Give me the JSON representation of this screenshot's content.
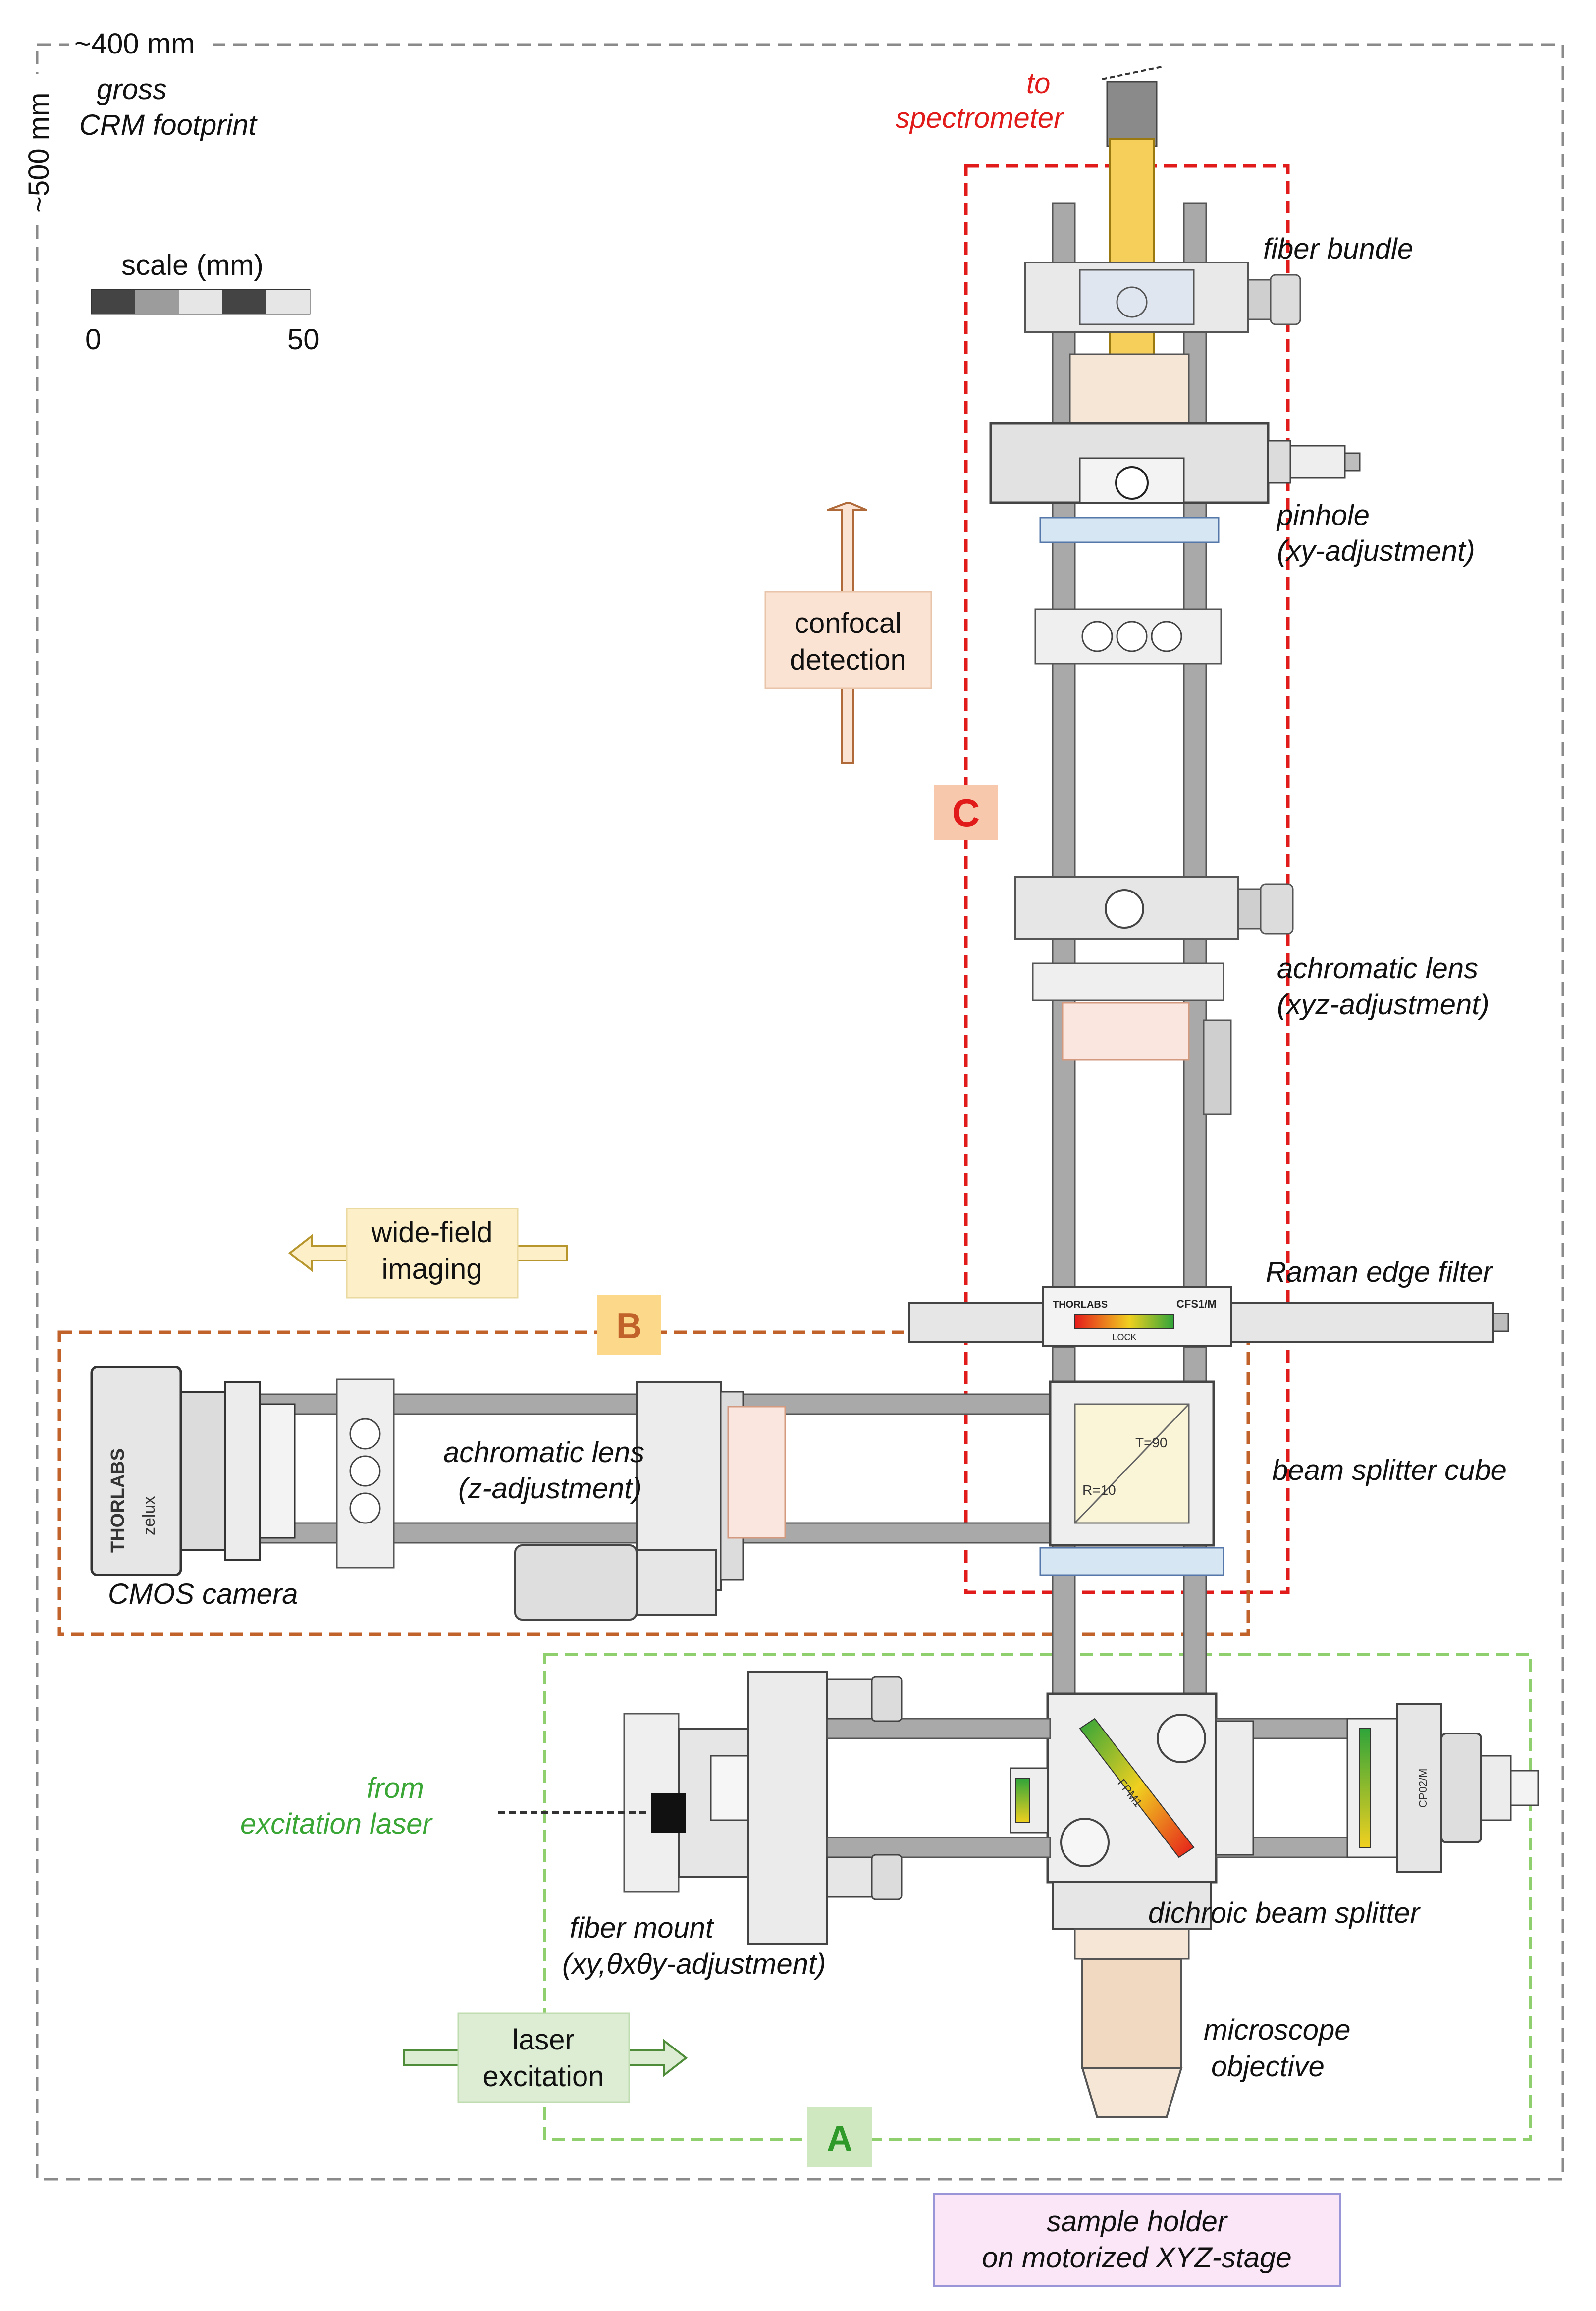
{
  "footprint": {
    "width_label": "~400 mm",
    "height_label": "~500 mm",
    "caption_line1": "gross",
    "caption_line2": "CRM footprint"
  },
  "scale": {
    "title": "scale  (mm)",
    "min_label": "0",
    "max_label": "50"
  },
  "sections": {
    "A": "A",
    "B": "B",
    "C": "C"
  },
  "colors": {
    "section_a": "#8fcf6e",
    "section_b": "#c0622a",
    "section_c": "#e11a1a",
    "confocal_fill": "#fbe3d3",
    "widefield_fill": "#fdf0c8",
    "laser_fill": "#dcedd3",
    "sample_fill": "#fbe6f8",
    "sample_border": "#9a95d6",
    "fiber_yellow": "#f5cf5a"
  },
  "arrows": {
    "confocal_line1": "confocal",
    "confocal_line2": "detection",
    "widefield_line1": "wide-field",
    "widefield_line2": "imaging",
    "laser_line1": "laser",
    "laser_line2": "excitation"
  },
  "labels": {
    "to_spectrometer_line1": "to",
    "to_spectrometer_line2": "spectrometer",
    "fiber_bundle": "fiber bundle",
    "pinhole_line1": "pinhole",
    "pinhole_line2": "(xy-adjustment)",
    "achro_c_line1": "achromatic lens",
    "achro_c_line2": "(xyz-adjustment)",
    "raman_filter": "Raman edge filter",
    "beam_splitter_cube": "beam splitter cube",
    "achro_b_line1": "achromatic lens",
    "achro_b_line2": "(z-adjustment)",
    "cmos_camera": "CMOS camera",
    "from_laser_line1": "from",
    "from_laser_line2": "excitation laser",
    "fiber_mount_line1": "fiber mount",
    "fiber_mount_line2": "(xy,θxθy-adjustment)",
    "dichroic": "dichroic beam splitter",
    "objective_line1": "microscope",
    "objective_line2": "objective",
    "sample_line1": "sample holder",
    "sample_line2": "on motorized XYZ-stage"
  },
  "component_text": {
    "thorlabs": "THORLABS",
    "zelux": "zelux",
    "cfs1m": "CFS1/M",
    "lock": "LOCK",
    "t90": "T=90",
    "r10": "R=10",
    "fpm": "FPM1",
    "cp02m": "CP02/M"
  }
}
